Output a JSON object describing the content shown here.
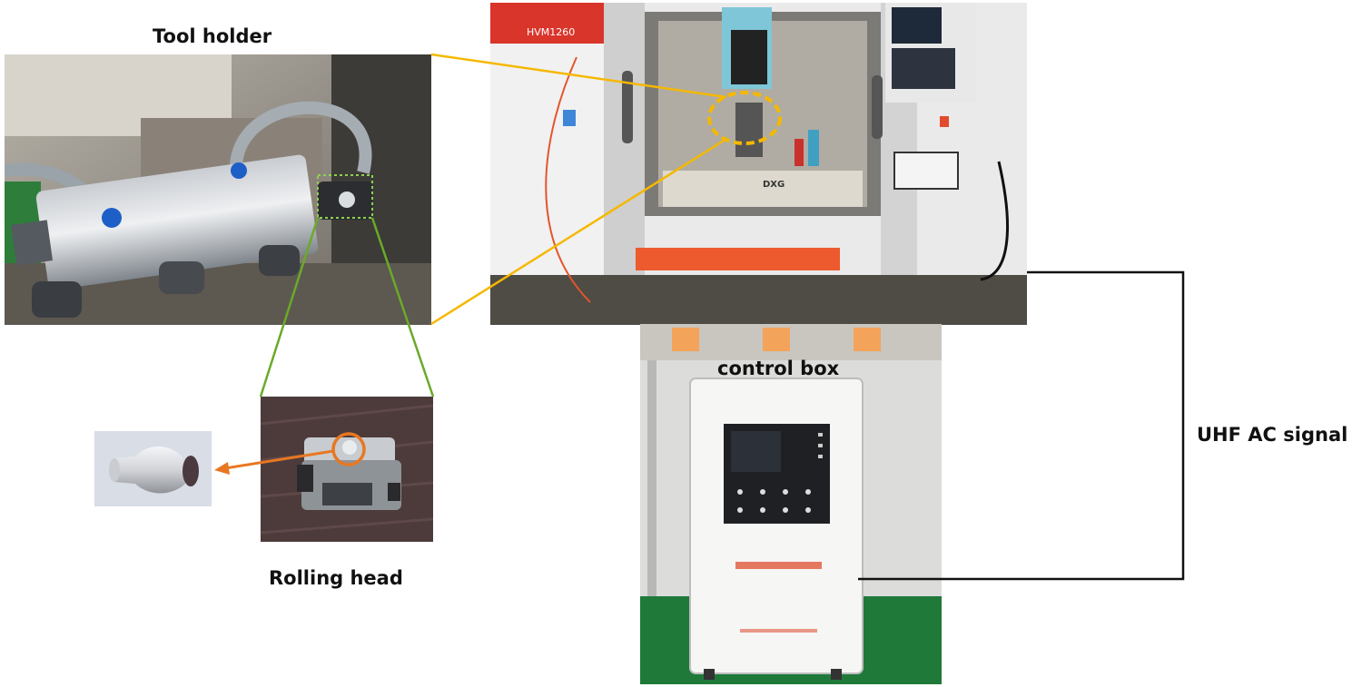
{
  "labels": {
    "tool_holder": "Tool holder",
    "control_box": "control box",
    "uhf_signal": "UHF AC signal",
    "rolling_head": "Rolling head"
  },
  "machine": {
    "model_plate": "HVM1260",
    "brand_plate": "DXG"
  },
  "colors": {
    "yellow_callout": "#f5b800",
    "green_callout": "#6aaa2a",
    "orange_arrow": "#e87722",
    "signal_line": "#111111",
    "floor_green": "#1f7a3a"
  }
}
